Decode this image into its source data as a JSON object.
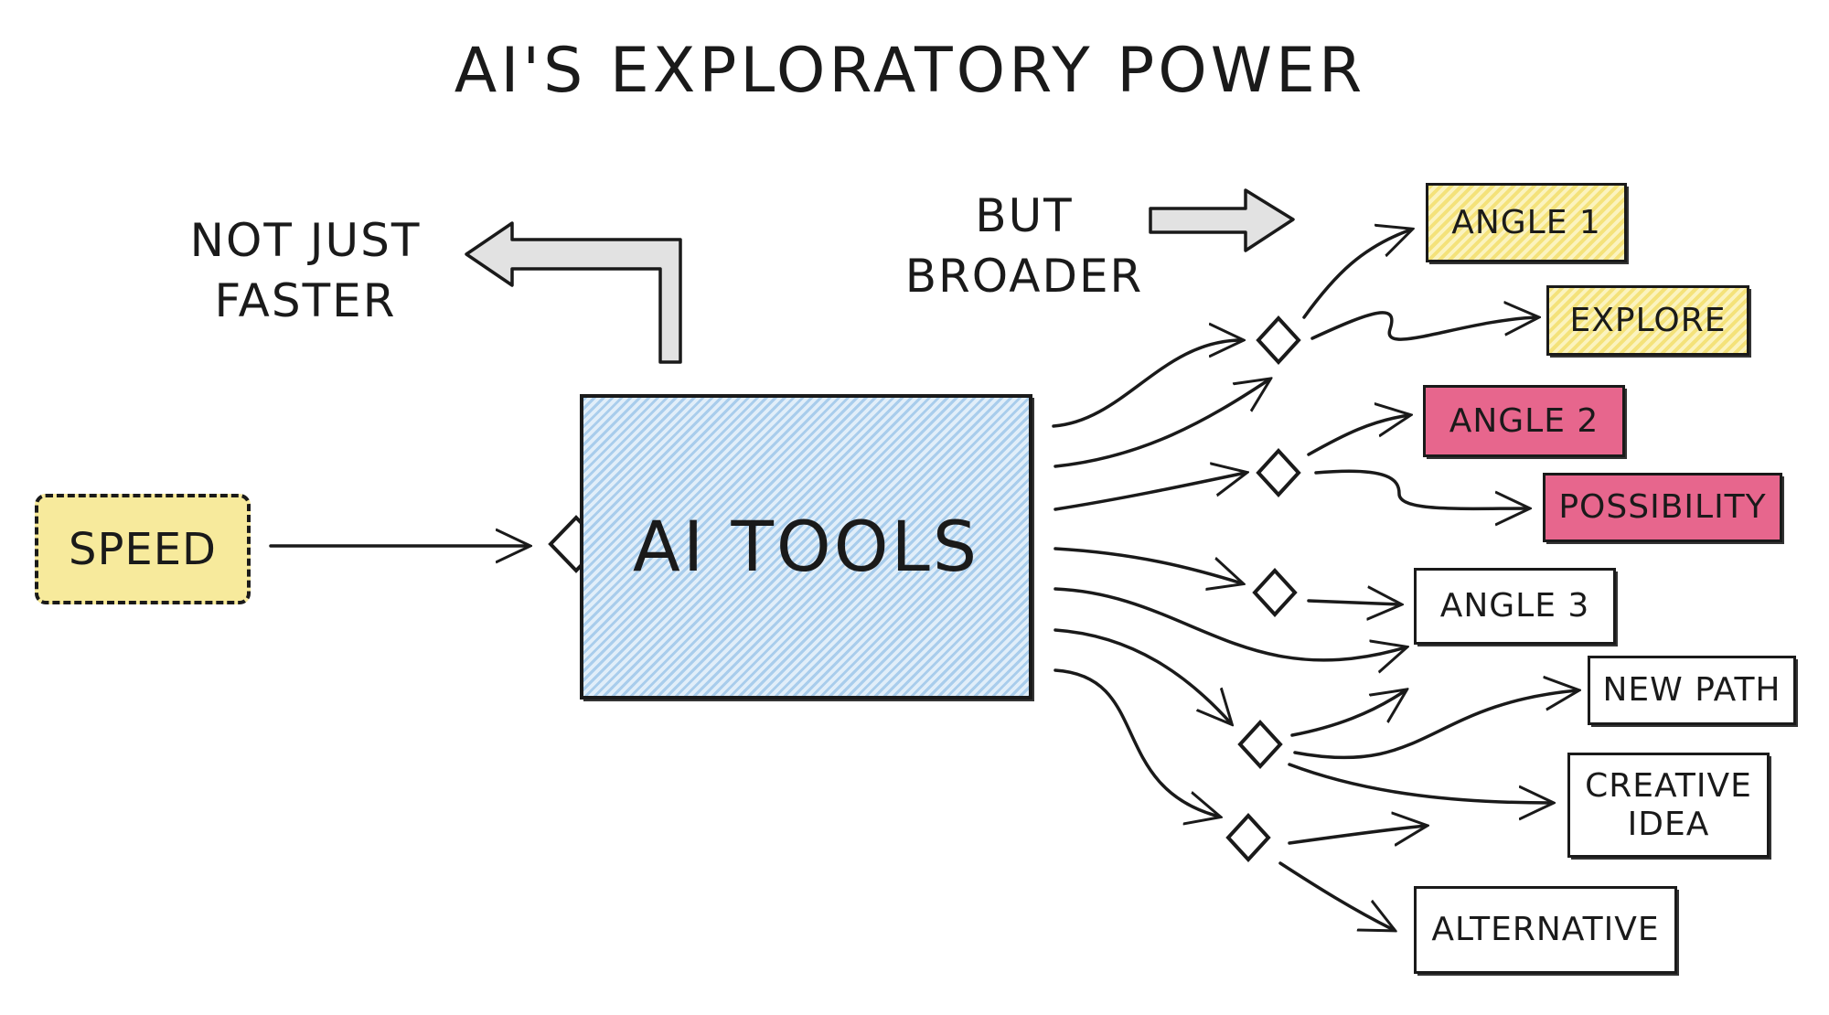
{
  "title": "AI'S EXPLORATORY POWER",
  "note_left": {
    "line1": "NOT JUST",
    "line2": "FASTER"
  },
  "note_right": {
    "line1": "BUT",
    "line2": "BROADER"
  },
  "input": {
    "label": "SPEED"
  },
  "center": {
    "label": "AI TOOLS"
  },
  "outputs": [
    {
      "label": "ANGLE 1",
      "color": "#f4e27a"
    },
    {
      "label": "EXPLORE",
      "color": "#f4e27a"
    },
    {
      "label": "ANGLE 2",
      "color": "#e7668d"
    },
    {
      "label": "POSSIBILITY",
      "color": "#e7668d"
    },
    {
      "label": "ANGLE 3",
      "color": "#ffffff"
    },
    {
      "label": "NEW PATH",
      "color": "#ffffff"
    },
    {
      "label": "CREATIVE IDEA",
      "color": "#ffffff"
    },
    {
      "label": "ALTERNATIVE",
      "color": "#ffffff"
    }
  ]
}
